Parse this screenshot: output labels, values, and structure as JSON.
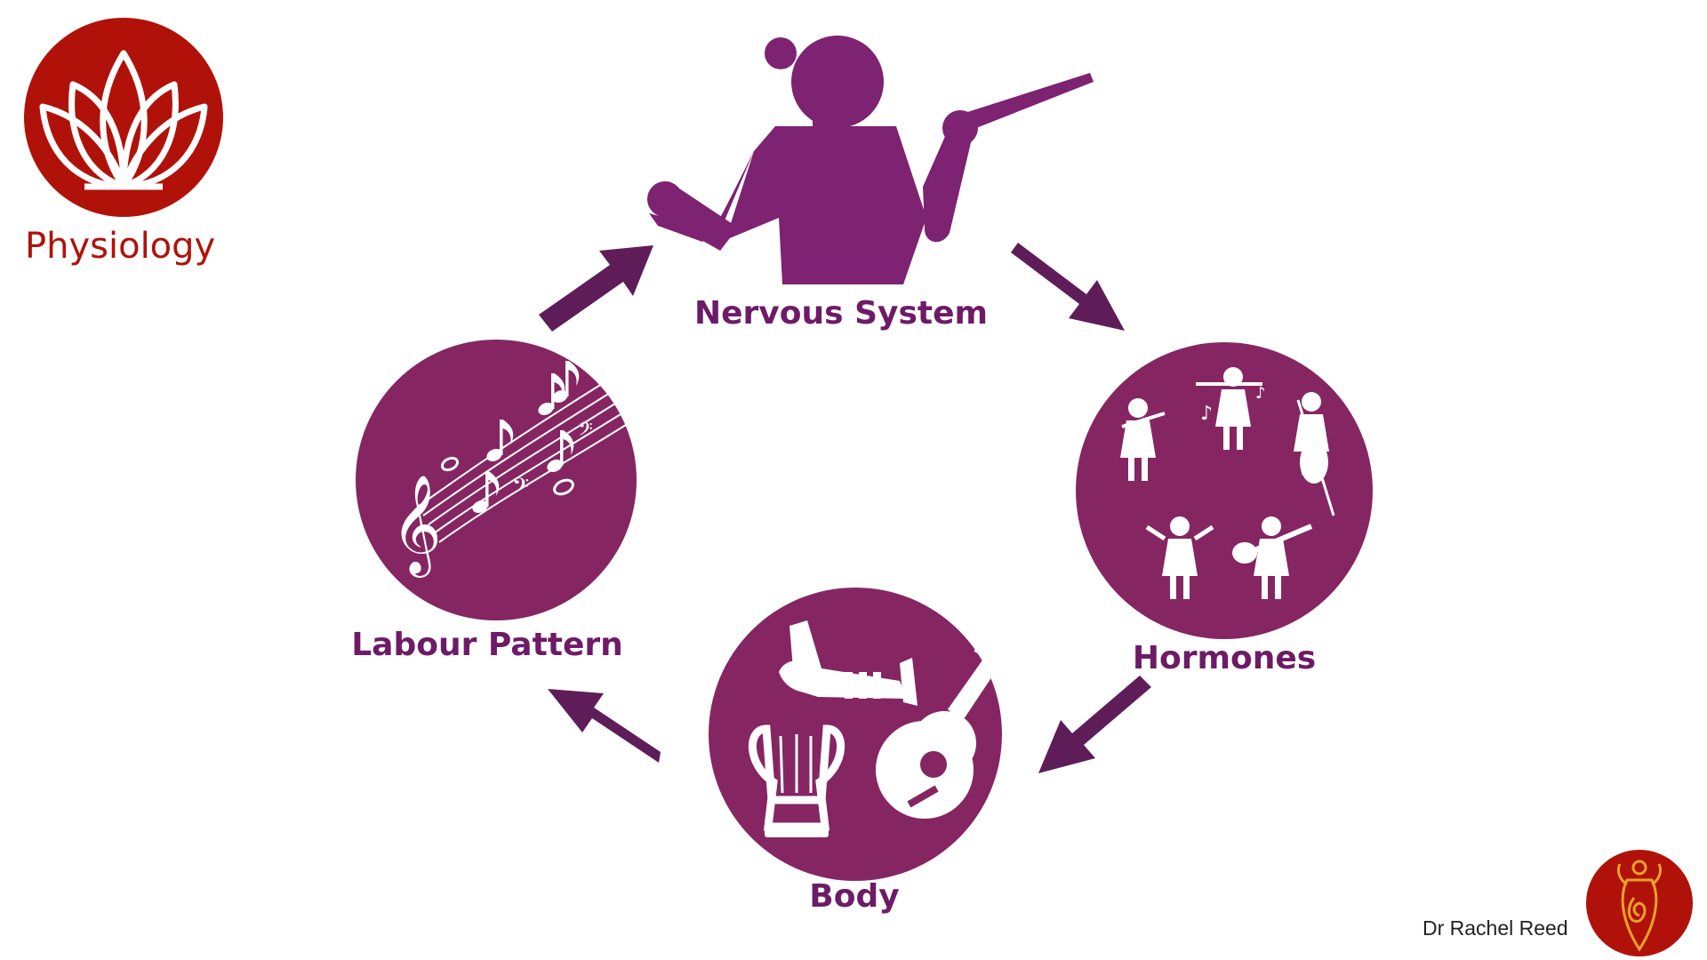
{
  "colors": {
    "purple": "#852663",
    "dark_purple": "#6e1b67",
    "arrow": "#5e1d59",
    "red": "#b0120a",
    "gold": "#e8a229",
    "white": "#ffffff"
  },
  "brand": {
    "title": "Physiology",
    "author": "Dr Rachel Reed",
    "logo_icon": "lotus-icon",
    "author_icon": "goddess-spiral-icon"
  },
  "cycle": {
    "nodes": [
      {
        "id": "nervous",
        "label": "Nervous System",
        "icon": "conductor-icon"
      },
      {
        "id": "hormones",
        "label": "Hormones",
        "icon": "orchestra-musicians-icon"
      },
      {
        "id": "body",
        "label": "Body",
        "icon": "instruments-icon"
      },
      {
        "id": "labour",
        "label": "Labour Pattern",
        "icon": "music-notes-icon"
      }
    ],
    "arrows": [
      {
        "from": "Nervous System",
        "to": "Hormones"
      },
      {
        "from": "Hormones",
        "to": "Body"
      },
      {
        "from": "Body",
        "to": "Labour Pattern"
      },
      {
        "from": "Labour Pattern",
        "to": "Nervous System"
      }
    ]
  }
}
